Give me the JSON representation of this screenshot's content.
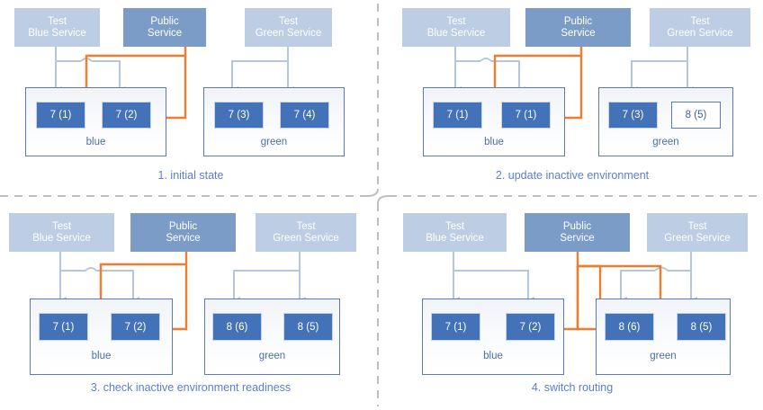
{
  "diagram": {
    "title_present": false,
    "colors": {
      "test_service_fill": "#bdcde4",
      "public_service_fill": "#7b9cc6",
      "instance_fill": "#4472b8",
      "instance_empty_fill": "#ffffff",
      "env_border": "#5b7bb4",
      "blue_wire": "#b5c7e0",
      "orange_wire": "#ed7d31",
      "caption_text": "#5b7fc7",
      "separator": "#bfbfbf"
    },
    "services": {
      "test_blue": {
        "line1": "Test",
        "line2": "Blue Service"
      },
      "public": {
        "line1": "Public",
        "line2": "Service"
      },
      "test_green": {
        "line1": "Test",
        "line2": "Green Service"
      }
    },
    "env_labels": {
      "blue": "blue",
      "green": "green"
    },
    "panels": [
      {
        "id": "panel-1",
        "caption": "1. initial state",
        "blue_env": {
          "label": "blue",
          "instances": [
            {
              "label": "7 (1)",
              "state": "filled"
            },
            {
              "label": "7 (2)",
              "state": "filled"
            }
          ]
        },
        "green_env": {
          "label": "green",
          "instances": [
            {
              "label": "7 (3)",
              "state": "filled"
            },
            {
              "label": "7 (4)",
              "state": "filled"
            }
          ]
        },
        "public_routes_to": "blue",
        "test_blue_targets": [
          "7 (1)",
          "7 (2)"
        ],
        "test_green_targets": [
          "7 (3)",
          "7 (4)"
        ]
      },
      {
        "id": "panel-2",
        "caption": "2. update inactive environment",
        "blue_env": {
          "label": "blue",
          "instances": [
            {
              "label": "7 (1)",
              "state": "filled"
            },
            {
              "label": "7 (1)",
              "state": "filled"
            }
          ]
        },
        "green_env": {
          "label": "green",
          "instances": [
            {
              "label": "7 (3)",
              "state": "filled"
            },
            {
              "label": "8 (5)",
              "state": "empty"
            }
          ]
        },
        "public_routes_to": "blue",
        "test_blue_targets": [
          "7 (1)",
          "7 (1)"
        ],
        "test_green_targets": [
          "7 (3)",
          "8 (5)"
        ]
      },
      {
        "id": "panel-3",
        "caption": "3. check inactive environment readiness",
        "blue_env": {
          "label": "blue",
          "instances": [
            {
              "label": "7 (1)",
              "state": "filled"
            },
            {
              "label": "7 (2)",
              "state": "filled"
            }
          ]
        },
        "green_env": {
          "label": "green",
          "instances": [
            {
              "label": "8 (6)",
              "state": "filled"
            },
            {
              "label": "8 (5)",
              "state": "filled"
            }
          ]
        },
        "public_routes_to": "blue",
        "test_blue_targets": [
          "7 (1)",
          "7 (2)"
        ],
        "test_green_targets": [
          "8 (6)",
          "8 (5)"
        ]
      },
      {
        "id": "panel-4",
        "caption": "4. switch routing",
        "blue_env": {
          "label": "blue",
          "instances": [
            {
              "label": "7 (1)",
              "state": "filled"
            },
            {
              "label": "7 (2)",
              "state": "filled"
            }
          ]
        },
        "green_env": {
          "label": "green",
          "instances": [
            {
              "label": "8 (6)",
              "state": "filled"
            },
            {
              "label": "8 (5)",
              "state": "filled"
            }
          ]
        },
        "public_routes_to": "green",
        "test_blue_targets": [
          "7 (1)",
          "7 (2)"
        ],
        "test_green_targets": [
          "8 (6)",
          "8 (5)"
        ]
      }
    ]
  }
}
